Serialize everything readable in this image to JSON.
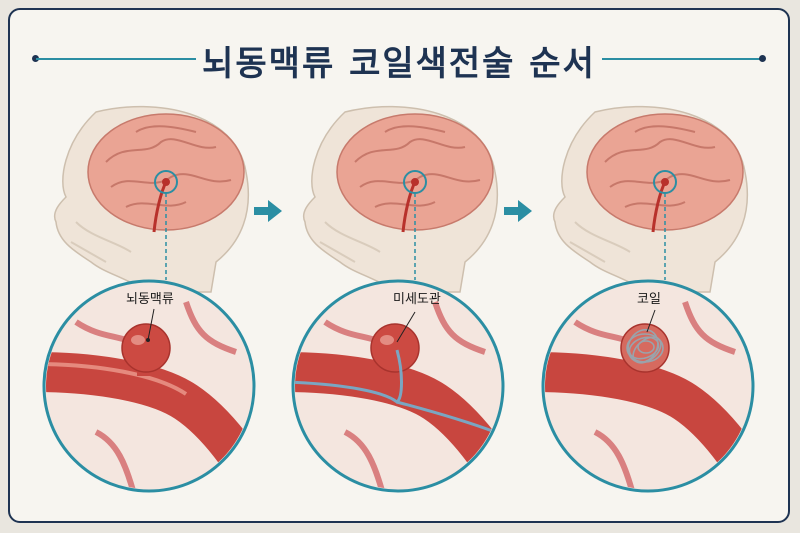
{
  "title": "뇌동맥류 코일색전술 순서",
  "steps": [
    {
      "label": "뇌동맥류"
    },
    {
      "label": "미세도관"
    },
    {
      "label": "코일"
    }
  ],
  "colors": {
    "frame": "#1e3352",
    "accent": "#2b8ea3",
    "artery": "#c8463f",
    "brain": "#e9a597"
  }
}
